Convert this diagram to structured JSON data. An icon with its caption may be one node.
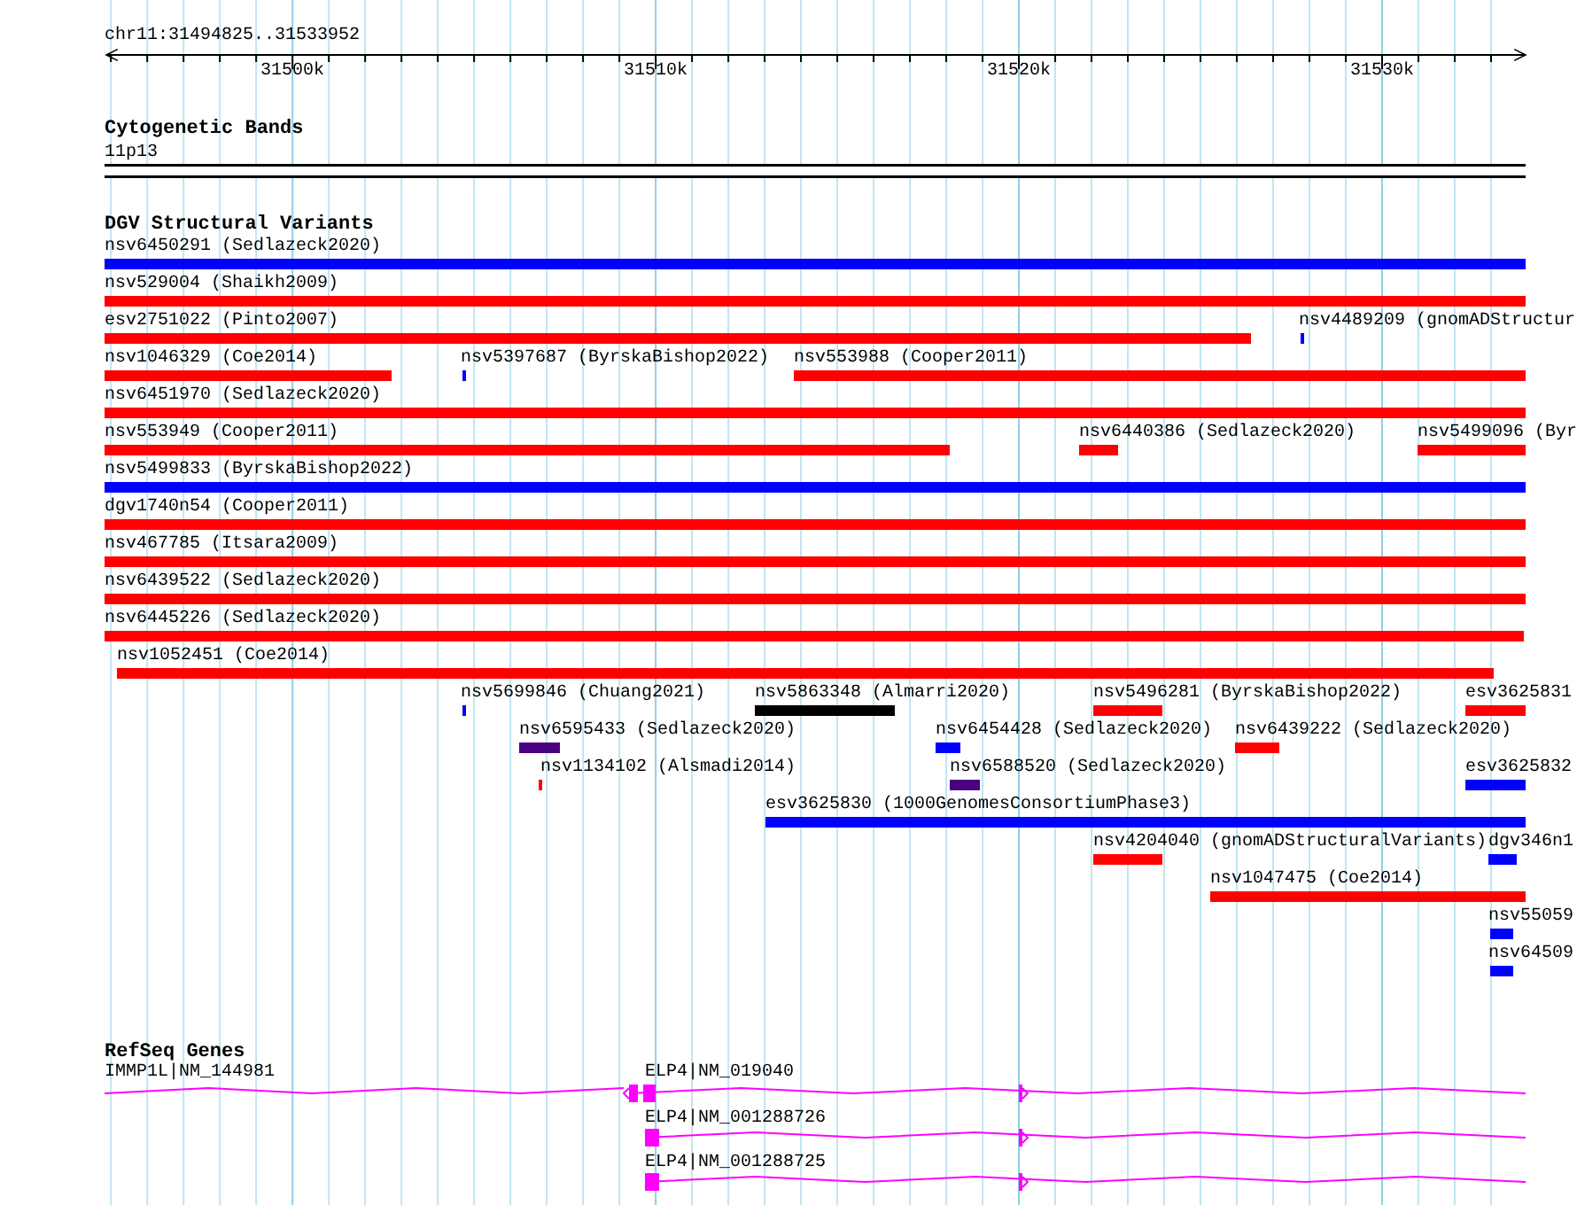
{
  "diagram": {
    "nodes": [
      {
        "text": [
          "11p13"
        ]
      },
      {
        "text": [
          "nsv6450291 (Sedlazeck2020)"
        ]
      },
      {
        "text": [
          "nsv529004 (Shaikh2009)"
        ]
      },
      {
        "text": [
          "esv2751022 (Pinto2007)"
        ]
      },
      {
        "text": [
          "nsv4489209 (gnomADStructur"
        ]
      },
      {
        "text": [
          "nsv1046329 (Coe2014)"
        ]
      },
      {
        "text": [
          "nsv5397687 (ByrskaBishop2022)"
        ]
      },
      {
        "text": [
          "nsv553988 (Cooper2011)"
        ]
      },
      {
        "text": [
          "nsv6451970 (Sedlazeck2020)"
        ]
      },
      {
        "text": [
          "nsv553949 (Cooper2011)"
        ]
      },
      {
        "text": [
          "nsv6440386 (Sedlazeck2020)"
        ]
      },
      {
        "text": [
          "nsv5499096 (Byr"
        ]
      },
      {
        "text": [
          "nsv5499833 (ByrskaBishop2022)"
        ]
      },
      {
        "text": [
          "dgv1740n54 (Cooper2011)"
        ]
      },
      {
        "text": [
          "nsv467785 (Itsara2009)"
        ]
      },
      {
        "text": [
          "nsv6439522 (Sedlazeck2020)"
        ]
      },
      {
        "text": [
          "nsv6445226 (Sedlazeck2020)"
        ]
      },
      {
        "text": [
          "nsv1052451 (Coe2014)"
        ]
      },
      {
        "text": [
          "nsv5699846 (Chuang2021)"
        ]
      },
      {
        "text": [
          "nsv5863348 (Almarri2020)"
        ]
      },
      {
        "text": [
          "nsv5496281 (ByrskaBishop2022)"
        ]
      },
      {
        "text": [
          "esv3625831"
        ]
      },
      {
        "text": [
          "nsv6595433 (Sedlazeck2020)"
        ]
      },
      {
        "text": [
          "nsv6454428 (Sedlazeck2020)"
        ]
      },
      {
        "text": [
          "nsv6439222 (Sedlazeck2020)"
        ]
      },
      {
        "text": [
          "nsv1134102 (Alsmadi2014)"
        ]
      },
      {
        "text": [
          "nsv6588520 (Sedlazeck2020)"
        ]
      },
      {
        "text": [
          "esv3625832"
        ]
      },
      {
        "text": [
          "esv3625830 (1000GenomesConsortiumPhase3)"
        ]
      },
      {
        "text": [
          "nsv4204040 (gnomADStructuralVariants)"
        ]
      },
      {
        "text": [
          "dgv346n1"
        ]
      },
      {
        "text": [
          "nsv1047475 (Coe2014)"
        ]
      },
      {
        "text": [
          "nsv55059"
        ]
      },
      {
        "text": [
          "nsv64509"
        ]
      },
      {
        "text": [
          "IMMP1L|NM_144981"
        ]
      },
      {
        "text": [
          "ELP4|NM_019040"
        ]
      },
      {
        "text": [
          "ELP4|NM_001288726"
        ]
      },
      {
        "text": [
          "ELP4|NM_001288725"
        ]
      }
    ],
    "labels": [
      "chr11:31494825..31533952",
      "31500k",
      "31510k",
      "31520k",
      "31530k",
      "Cytogenetic Bands",
      "DGV Structural Variants",
      "RefSeq Genes"
    ]
  }
}
